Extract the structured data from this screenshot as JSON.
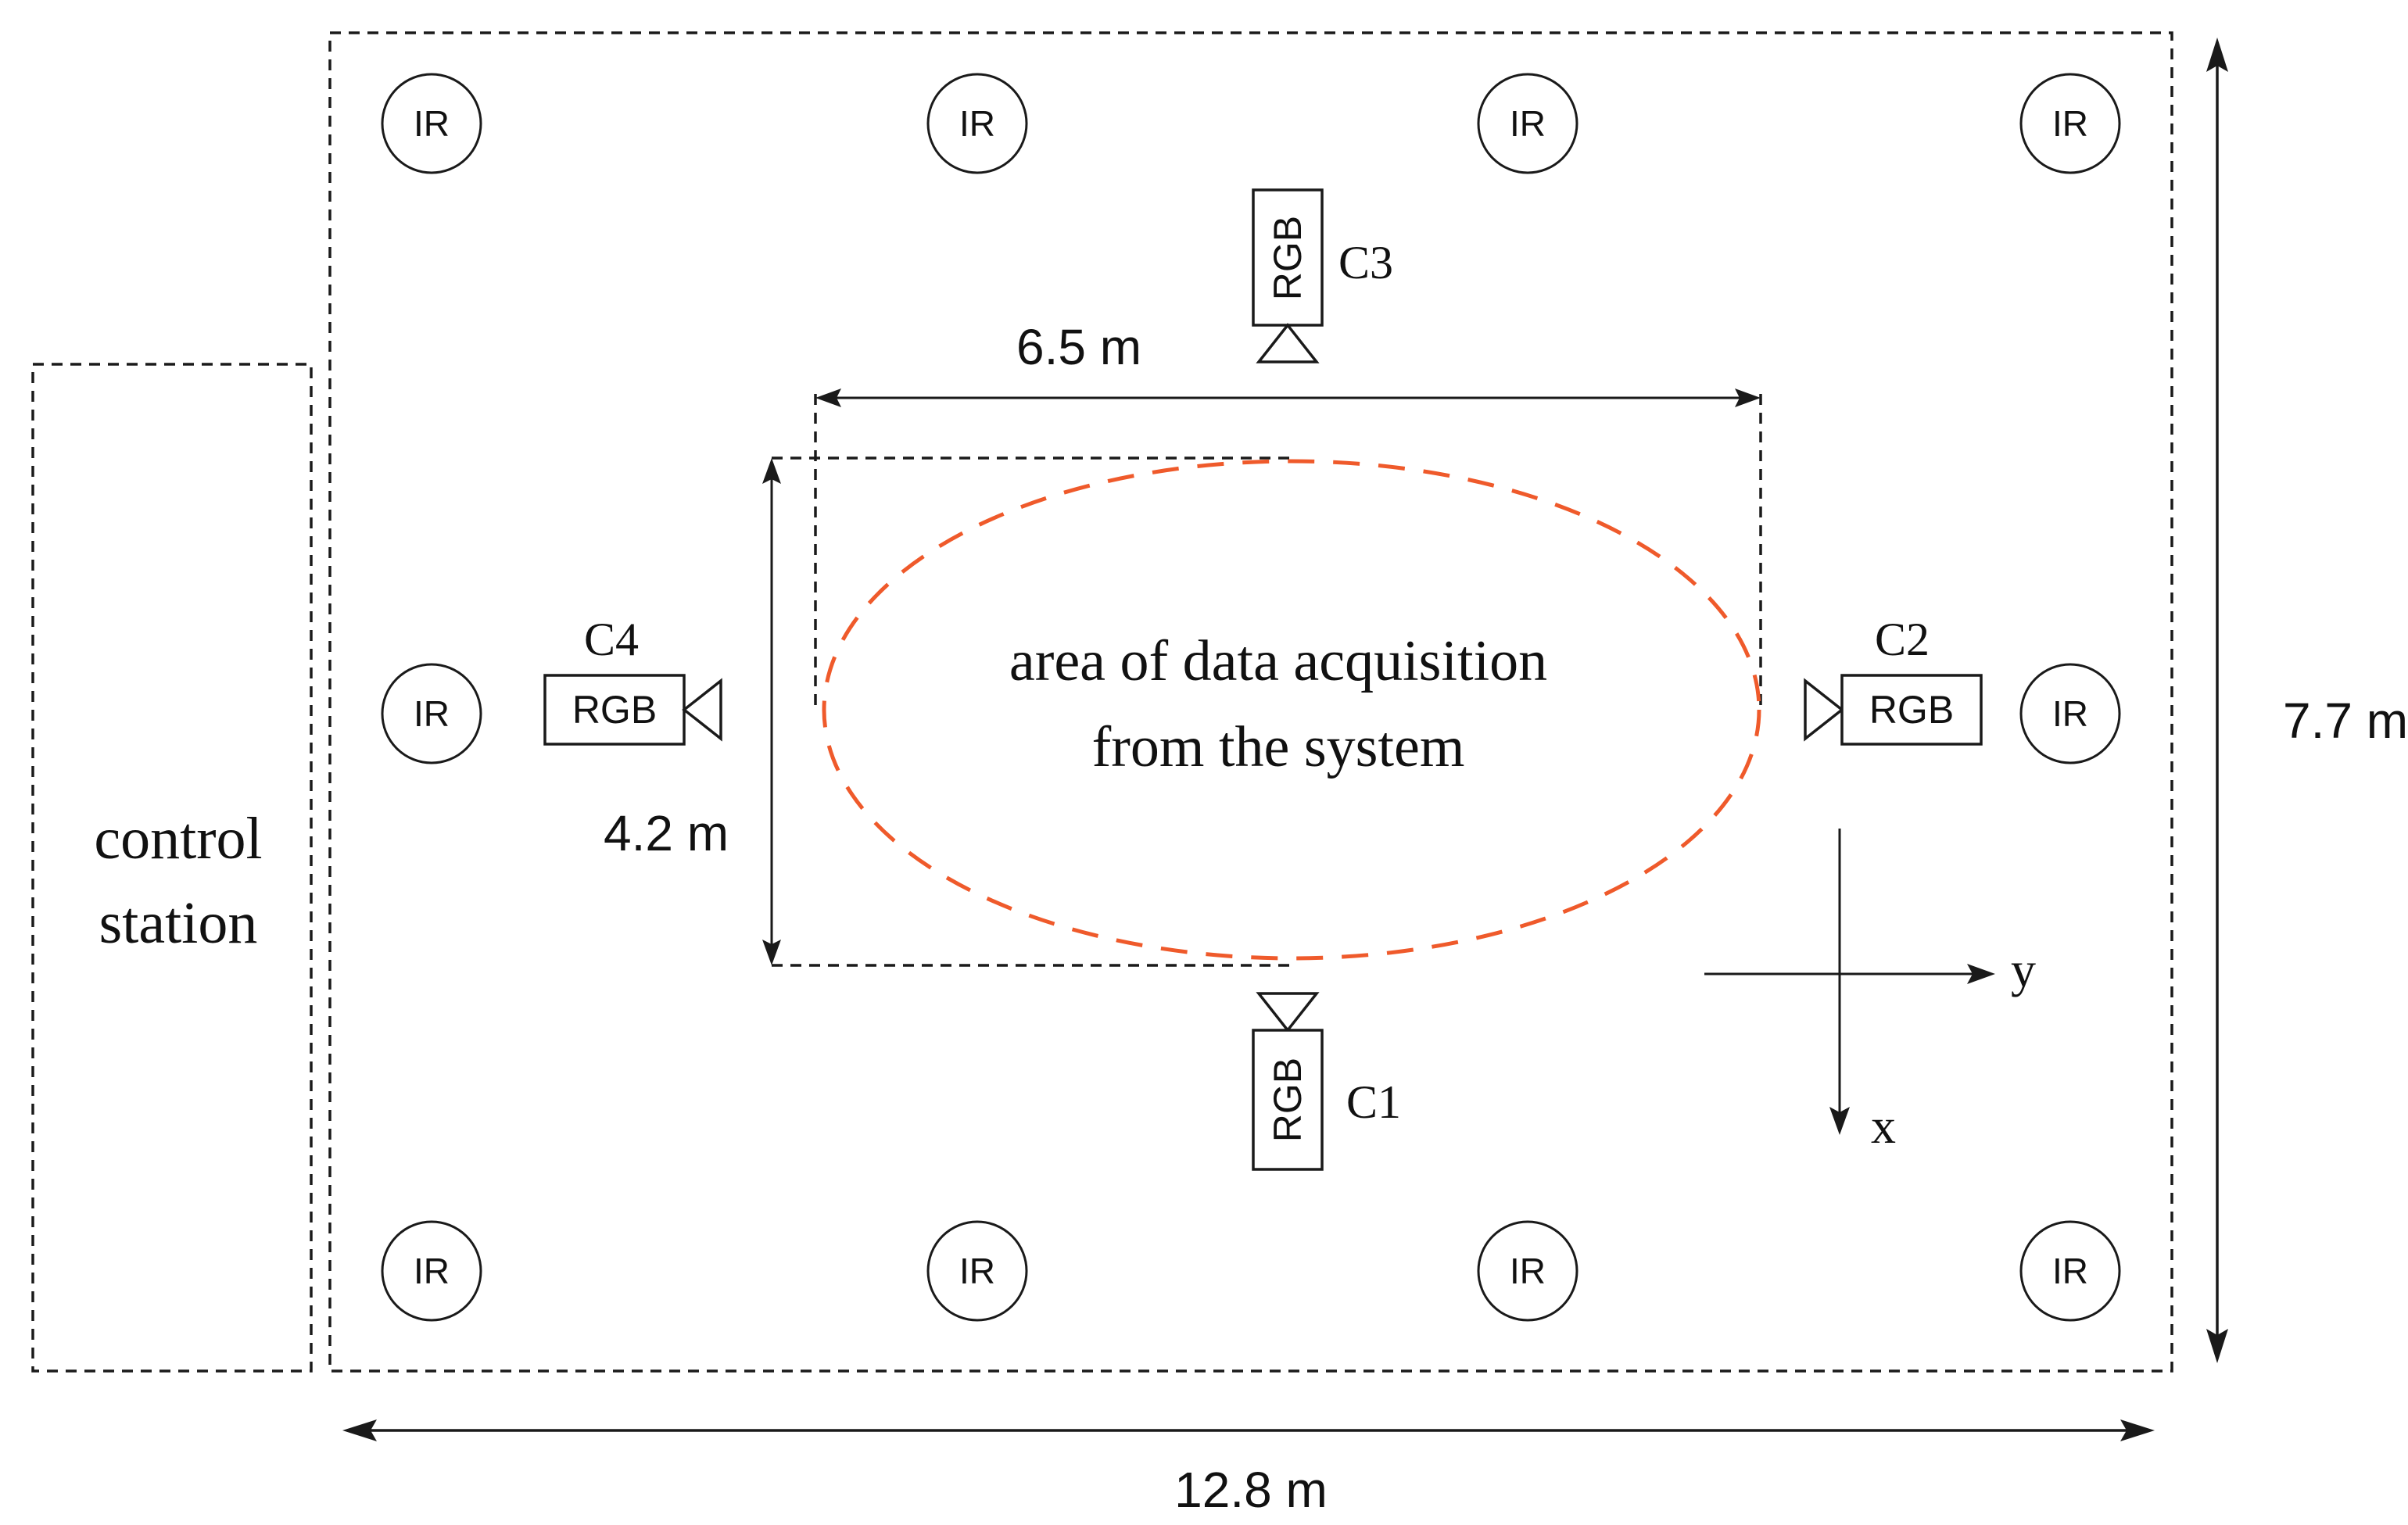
{
  "control_station": {
    "line1": "control",
    "line2": "station"
  },
  "ir_sensor_label": "IR",
  "ir_sensors": [
    {
      "label": "IR"
    },
    {
      "label": "IR"
    },
    {
      "label": "IR"
    },
    {
      "label": "IR"
    },
    {
      "label": "IR"
    },
    {
      "label": "IR"
    },
    {
      "label": "IR"
    },
    {
      "label": "IR"
    },
    {
      "label": "IR"
    },
    {
      "label": "IR"
    }
  ],
  "cameras": {
    "c1": {
      "name": "C1",
      "type": "RGB"
    },
    "c2": {
      "name": "C2",
      "type": "RGB"
    },
    "c3": {
      "name": "C3",
      "type": "RGB"
    },
    "c4": {
      "name": "C4",
      "type": "RGB"
    }
  },
  "acquisition_area": {
    "line1": "area of data acquisition",
    "line2": "from the system",
    "ellipse_color": "#ef5a2b"
  },
  "dimensions": {
    "room_width": "12.8 m",
    "room_depth": "7.7 m",
    "area_width": "6.5 m",
    "area_depth": "4.2 m"
  },
  "axes": {
    "x": "x",
    "y": "y"
  }
}
